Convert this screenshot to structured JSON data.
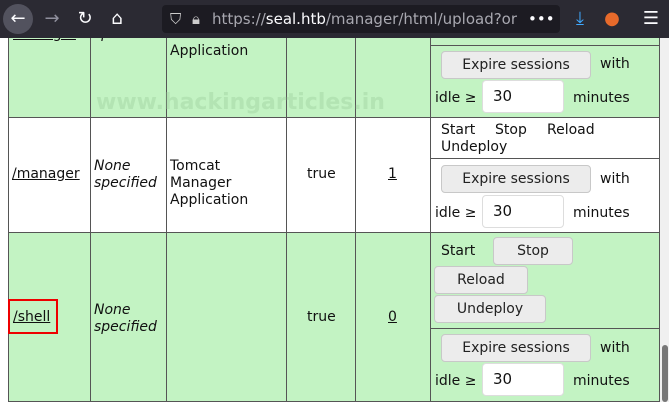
{
  "browser": {
    "url_prefix": "https://",
    "url_host": "seal.htb",
    "url_path": "/manager/html/upload?org.ap",
    "more": "•••"
  },
  "watermark": "www.hackingarticles.in",
  "rows": [
    {
      "path": "manager",
      "version": "specified",
      "display_name": "Application",
      "expire_label": "Expire sessions",
      "with": "with",
      "idle": "idle ≥",
      "idle_value": "30",
      "minutes": "minutes"
    },
    {
      "path": "/manager",
      "version": "None specified",
      "display_name": "Tomcat Manager Application",
      "running": "true",
      "sessions": "1",
      "start": "Start",
      "stop": "Stop",
      "reload": "Reload",
      "undeploy": "Undeploy",
      "expire_label": "Expire sessions",
      "with": "with",
      "idle": "idle ≥",
      "idle_value": "30",
      "minutes": "minutes"
    },
    {
      "path": "/shell",
      "version": "None specified",
      "display_name": "",
      "running": "true",
      "sessions": "0",
      "start": "Start",
      "stop": "Stop",
      "reload": "Reload",
      "undeploy": "Undeploy",
      "expire_label": "Expire sessions",
      "with": "with",
      "idle": "idle ≥",
      "idle_value": "30",
      "minutes": "minutes"
    }
  ]
}
